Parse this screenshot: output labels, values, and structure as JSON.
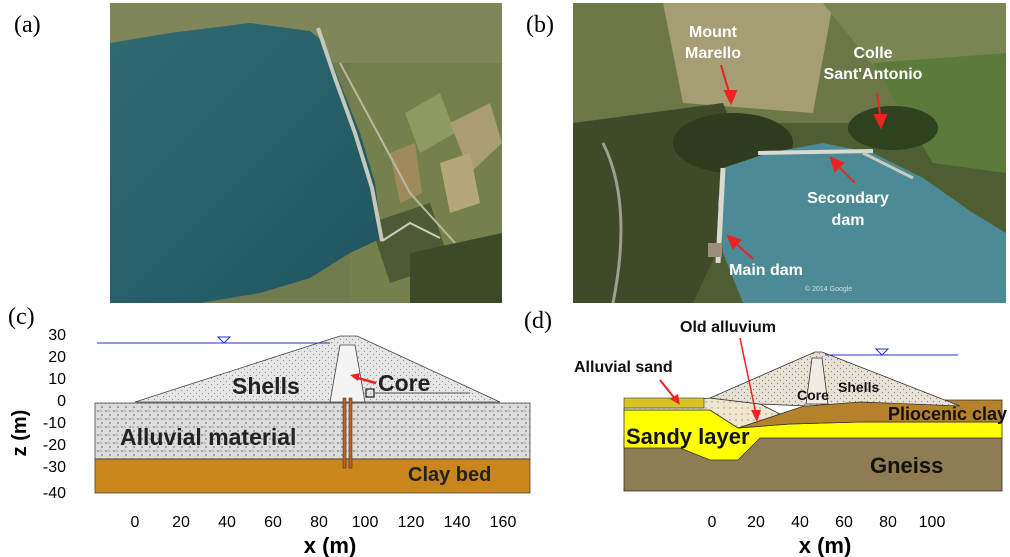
{
  "panels": {
    "a": {
      "label": "(a)"
    },
    "b": {
      "label": "(b)",
      "annotations": {
        "mount_marello_1": "Mount",
        "mount_marello_2": "Marello",
        "colle_1": "Colle",
        "colle_2": "Sant'Antonio",
        "secondary_1": "Secondary",
        "secondary_2": "dam",
        "main_dam": "Main dam",
        "watermark": "© 2014 Google"
      }
    },
    "c": {
      "label": "(c)",
      "ylabel": "z (m)",
      "xlabel": "x (m)",
      "x_ticks": [
        "0",
        "20",
        "40",
        "60",
        "80",
        "100",
        "120",
        "140",
        "160"
      ],
      "y_ticks": [
        "30",
        "20",
        "10",
        "0",
        "-10",
        "-20",
        "-30",
        "-40"
      ],
      "zones": {
        "shells": "Shells",
        "core": "Core",
        "alluvial": "Alluvial material",
        "clay": "Clay bed"
      }
    },
    "d": {
      "label": "(d)",
      "xlabel": "x (m)",
      "x_ticks": [
        "0",
        "20",
        "40",
        "60",
        "80",
        "100"
      ],
      "zones": {
        "old_alluvium": "Old alluvium",
        "alluvial_sand": "Alluvial sand",
        "core": "Core",
        "shells": "Shells",
        "pliocenic": "Pliocenic clay",
        "sandy": "Sandy layer",
        "gneiss": "Gneiss"
      }
    }
  },
  "colors": {
    "clay": "#c8861c",
    "alluvial": "#d9d9d9",
    "shell": "#e6e6e6",
    "water": "#2233cc",
    "sandy": "#ffff00",
    "gneiss": "#8f7c53",
    "pliocenic": "#b5822b",
    "alluvial_sand": "#d9c224",
    "arrow_red": "#ee2222"
  }
}
